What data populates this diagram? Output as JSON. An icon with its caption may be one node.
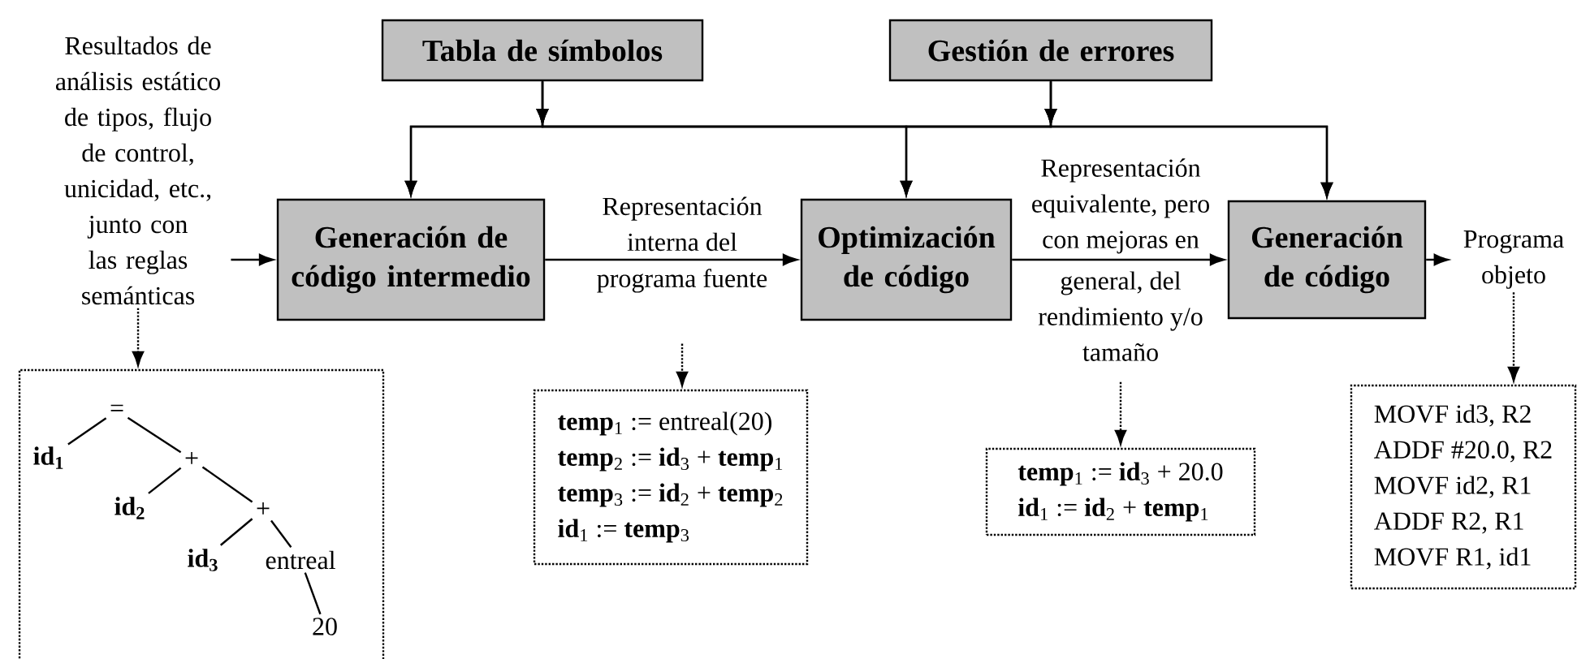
{
  "diagram": {
    "nodes": [
      {
        "text": [
          "Tabla de símbolos"
        ]
      },
      {
        "text": [
          "Gestión de errores"
        ]
      },
      {
        "text": [
          "Resultados de análisis estático de tipos, flujo de control, unicidad, etc., junto con las reglas semánticas"
        ]
      },
      {
        "text": [
          "Generación de código intermedio"
        ]
      },
      {
        "text": [
          "Representación interna del",
          "programa fuente"
        ]
      },
      {
        "text": [
          "Optimización de código"
        ]
      },
      {
        "text": [
          "Representación equivalente, pero con mejoras en",
          "general, del rendimiento y/o tamaño"
        ]
      },
      {
        "text": [
          "Generación de código"
        ]
      },
      {
        "text": [
          "Programa objeto"
        ]
      },
      {
        "text": [],
        "shape": "box"
      },
      {
        "text": [
          "="
        ],
        "in": 9
      },
      {
        "text": [
          "id$_{1}$"
        ],
        "in": 9
      },
      {
        "text": [
          "+"
        ],
        "in": 9
      },
      {
        "text": [
          "id$_{2}$"
        ],
        "in": 9
      },
      {
        "text": [
          "+"
        ],
        "in": 9
      },
      {
        "text": [
          "id$_{3}$"
        ],
        "in": 9
      },
      {
        "text": [
          "entreal"
        ],
        "in": 9
      },
      {
        "text": [
          "20"
        ],
        "in": 9
      },
      {
        "text": [
          "**temp**$_{1}$ := entreal(20)",
          "**temp**$_{2}$ := **id**$_{3}$ + **temp**$_{1}$",
          "**temp**$_{3}$ := **id**$_{2}$ + **temp**$_{2}$",
          "**id**$_{1}$ := **temp**$_{3}$"
        ]
      },
      {
        "text": [
          "**temp**$_{1}$ := **id**$_{3}$ + 20.0",
          "**id**$_{1}$ := **id**$_{2}$ + **temp**$_{1}$"
        ]
      },
      {
        "text": [
          "MOVF id3, R2",
          "ADDF #20.0, R2",
          "MOVF id2, R1",
          "ADDF R2, R1",
          "MOVF R1, id1"
        ]
      }
    ],
    "edges": [
      {
        "from": 0,
        "to": 3,
        "arrow": "to"
      },
      {
        "from": 0,
        "to": 5,
        "arrow": "to"
      },
      {
        "from": 0,
        "to": 7,
        "arrow": "to"
      },
      {
        "from": 1,
        "to": 3,
        "arrow": "to"
      },
      {
        "from": 1,
        "to": 5,
        "arrow": "to"
      },
      {
        "from": 1,
        "to": 7,
        "arrow": "to"
      },
      {
        "from": 2,
        "to": 3,
        "arrow": "to"
      },
      {
        "from": 3,
        "to": 5,
        "arrow": "to"
      },
      {
        "from": 5,
        "to": 7,
        "arrow": "to"
      },
      {
        "from": 7,
        "to": 8,
        "arrow": "to"
      },
      {
        "from": 2,
        "to": 9,
        "arrow": "to",
        "style": "dashed"
      },
      {
        "from": 4,
        "to": 18,
        "arrow": "to",
        "style": "dashed"
      },
      {
        "from": 6,
        "to": 19,
        "arrow": "to",
        "style": "dashed"
      },
      {
        "from": 8,
        "to": 20,
        "arrow": "to",
        "style": "dashed"
      },
      {
        "from": 10,
        "to": 11,
        "arrow": "none"
      },
      {
        "from": 10,
        "to": 12,
        "arrow": "none"
      },
      {
        "from": 12,
        "to": 13,
        "arrow": "none"
      },
      {
        "from": 12,
        "to": 14,
        "arrow": "none"
      },
      {
        "from": 14,
        "to": 15,
        "arrow": "none"
      },
      {
        "from": 14,
        "to": 16,
        "arrow": "none"
      },
      {
        "from": 16,
        "to": 17,
        "arrow": "none"
      }
    ]
  }
}
